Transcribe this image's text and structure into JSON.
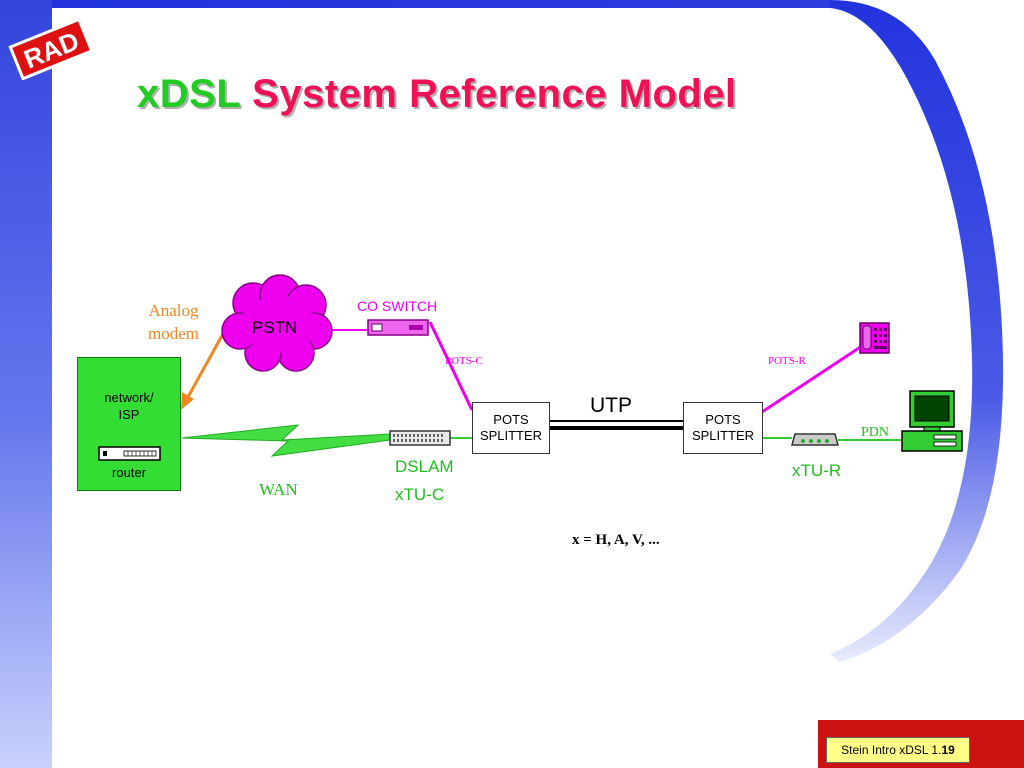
{
  "logo": {
    "text": "RAD"
  },
  "title": {
    "part1": "xDSL",
    "part2": "System Reference Model"
  },
  "diagram": {
    "pstn": "PSTN",
    "analog_modem_line1": "Analog",
    "analog_modem_line2": "modem",
    "co_switch": "CO SWITCH",
    "pots_c": "POTS-C",
    "pots_r": "POTS-R",
    "isp_line1": "network/",
    "isp_line2": "ISP",
    "router": "router",
    "wan": "WAN",
    "dslam": "DSLAM",
    "xtu_c": "xTU-C",
    "splitter_left_line1": "POTS",
    "splitter_left_line2": "SPLITTER",
    "splitter_right_line1": "POTS",
    "splitter_right_line2": "SPLITTER",
    "utp": "UTP",
    "pdn": "PDN",
    "xtu_r": "xTU-R",
    "note": "x = H, A, V, ..."
  },
  "footer": {
    "prefix": "Stein Intro xDSL 1.",
    "page": "19"
  },
  "colors": {
    "green": "#33cc33",
    "magenta": "#ee00ee",
    "orange": "#ee8822",
    "red": "#ee1155",
    "blue": "#2233dd"
  },
  "icons": [
    "rad-logo-icon",
    "cloud-icon",
    "switch-icon",
    "phone-icon",
    "dslam-icon",
    "modem-icon",
    "computer-icon",
    "router-icon",
    "lightning-icon"
  ]
}
